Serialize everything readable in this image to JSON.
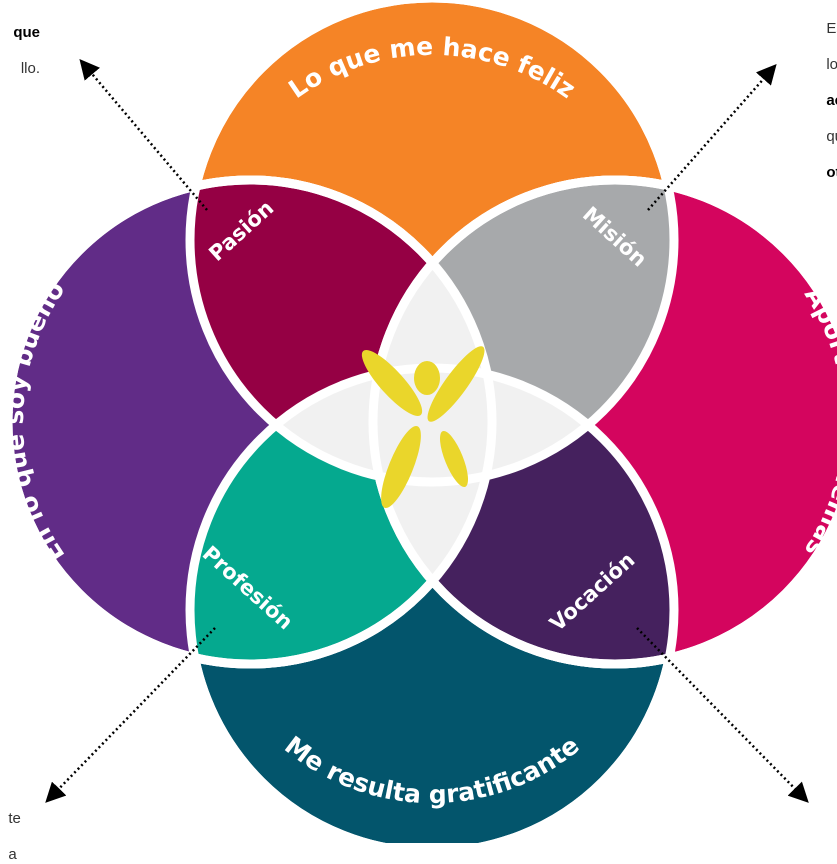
{
  "outer_labels": {
    "top": "Lo que me hace feliz",
    "left": "En lo que soy bueno",
    "right": "Aporto a los demás",
    "bottom": "Me resulta gratificante"
  },
  "inner_labels": {
    "top_left": "Pasión",
    "top_right": "Misión",
    "bottom_left": "Profesión",
    "bottom_right": "Vocación"
  },
  "corner_snippets": {
    "top_left_line1": "que",
    "top_left_line2": "llo.",
    "top_right_line1": "Es",
    "top_right_line2": "lo",
    "top_right_line3": "ac",
    "top_right_line4": "qu",
    "top_right_line5": "ot",
    "bottom_left_line1": "te",
    "bottom_left_line2": "a"
  },
  "colors": {
    "top": "#f58426",
    "left": "#612c87",
    "right": "#d4055e",
    "bottom": "#03556c",
    "pasion": "#950044",
    "mision": "#a7a9ab",
    "profesion": "#05a98f",
    "vocacion": "#45215e",
    "center": "#f1f1f1",
    "logo": "#ead62b"
  }
}
